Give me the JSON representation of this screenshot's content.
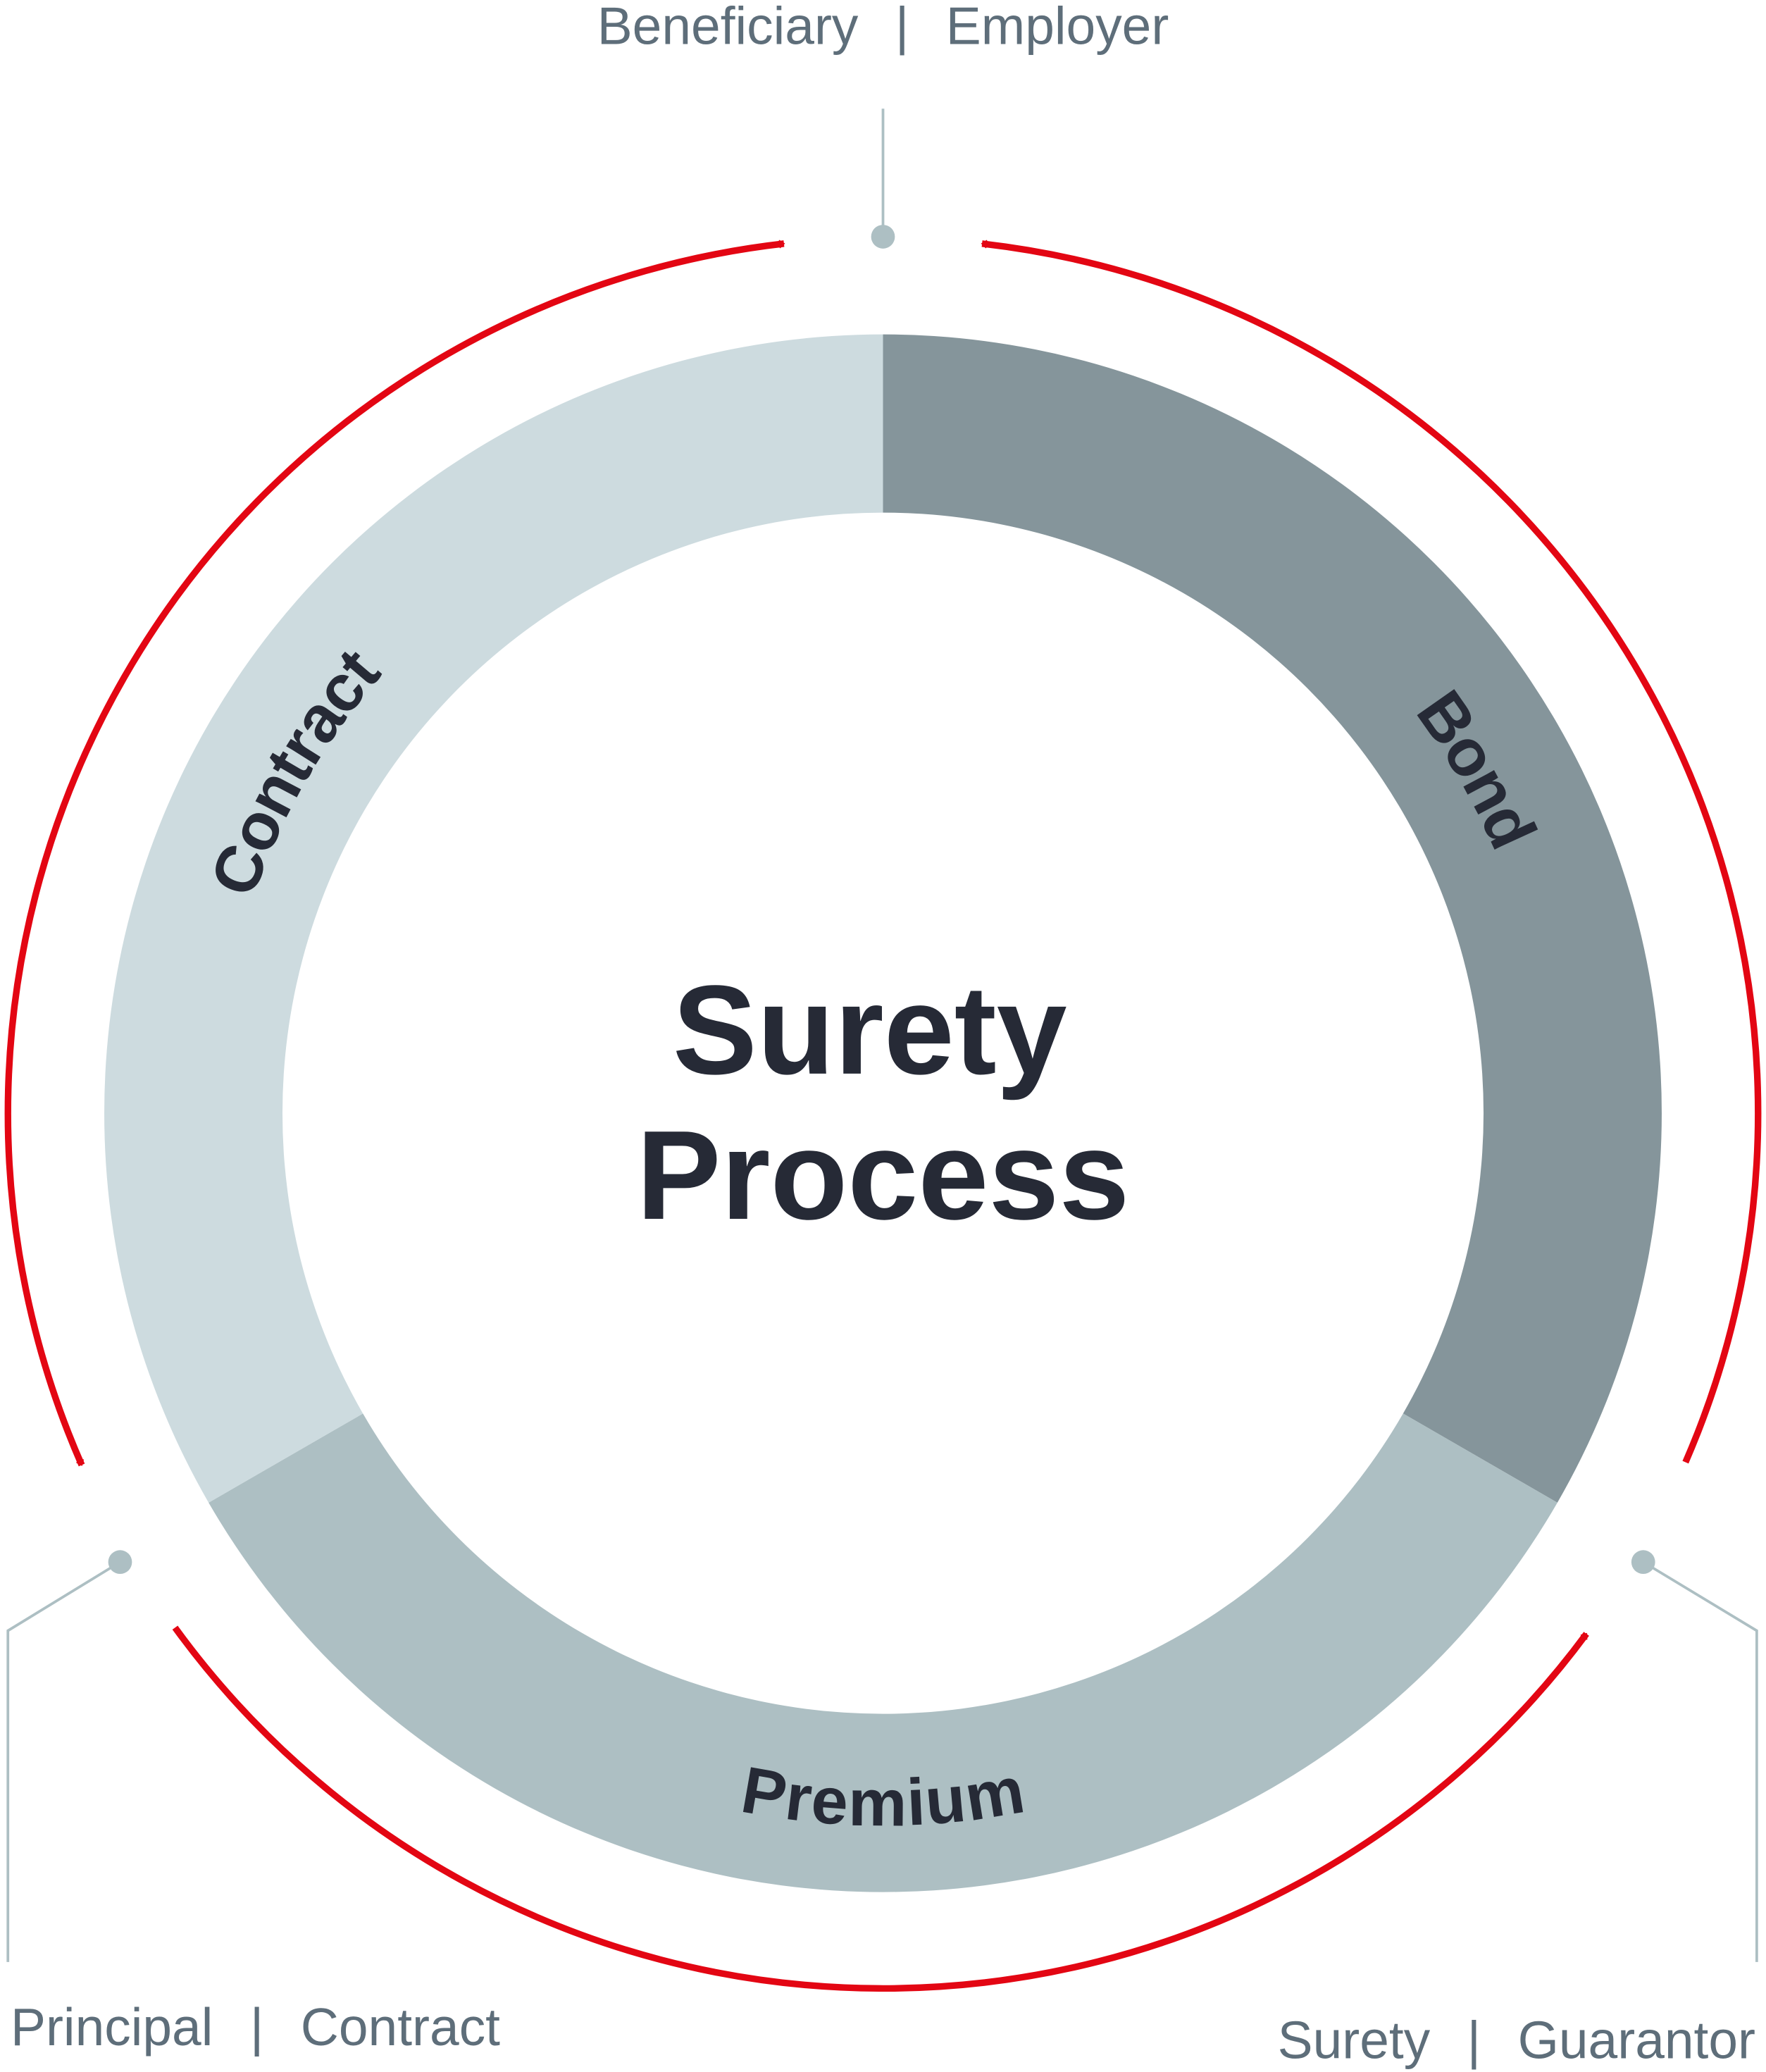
{
  "center": {
    "line1": "Surety",
    "line2": "Process"
  },
  "segments": [
    {
      "label": "Bond",
      "color": "#85959b"
    },
    {
      "label": "Premium",
      "color": "#adbfc3"
    },
    {
      "label": "Contract",
      "color": "#cddbdf"
    }
  ],
  "parties": {
    "top": {
      "role": "Beneficiary",
      "sep": "|",
      "alias": "Employer"
    },
    "left": {
      "role": "Principal",
      "sep": "|",
      "alias": "Contract"
    },
    "right": {
      "role": "Surety",
      "sep": "|",
      "alias": "Guarantor"
    }
  },
  "colors": {
    "arrow": "#e30613",
    "connector": "#adbfc3",
    "text": "#262a36",
    "party_text": "#5e6e7a"
  }
}
